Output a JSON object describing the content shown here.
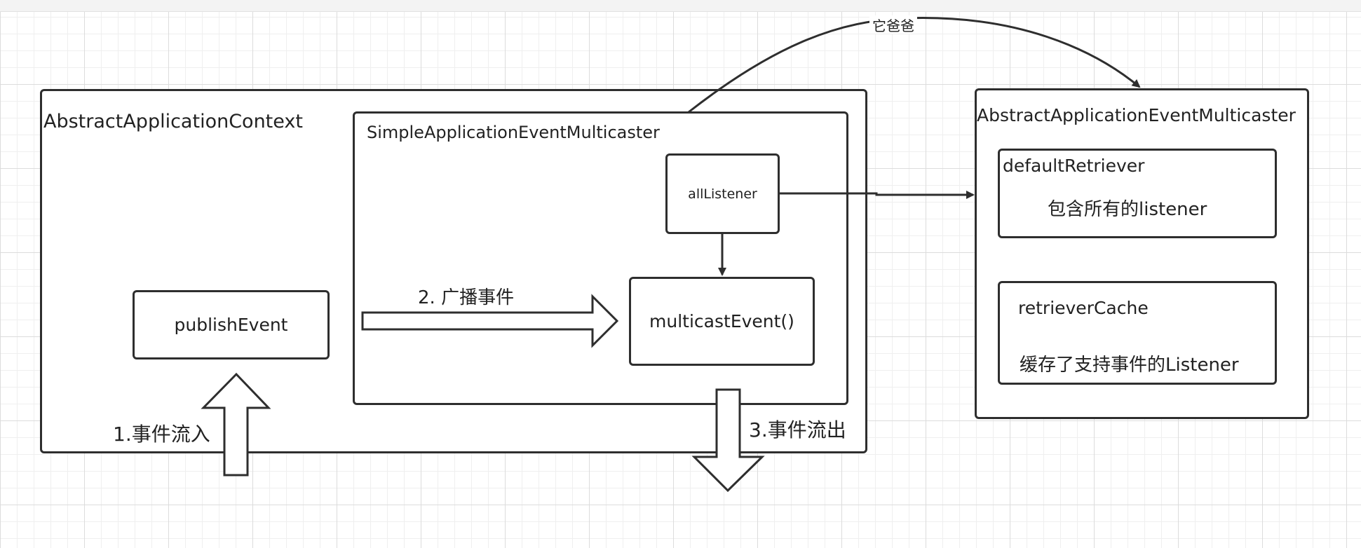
{
  "diagram": {
    "context": {
      "title": "AbstractApplicationContext"
    },
    "publish_event": {
      "label": "publishEvent"
    },
    "simple_multicaster": {
      "title": "SimpleApplicationEventMulticaster"
    },
    "all_listener": {
      "label": "allListener"
    },
    "multicast_event": {
      "label": "multicastEvent()"
    },
    "abstract_multicaster": {
      "title": "AbstractApplicationEventMulticaster"
    },
    "default_retriever": {
      "title": "defaultRetriever",
      "desc": "包含所有的listener"
    },
    "retriever_cache": {
      "title": "retrieverCache",
      "desc": "缓存了支持事件的Listener"
    },
    "edges": {
      "parent_label": "它爸爸",
      "broadcast_label": "2. 广播事件",
      "event_in_label": "1.事件流入",
      "event_out_label": "3.事件流出"
    }
  },
  "colors": {
    "stroke": "#2e2e2e",
    "grid": "#dcdcdc",
    "background": "#ffffff"
  }
}
